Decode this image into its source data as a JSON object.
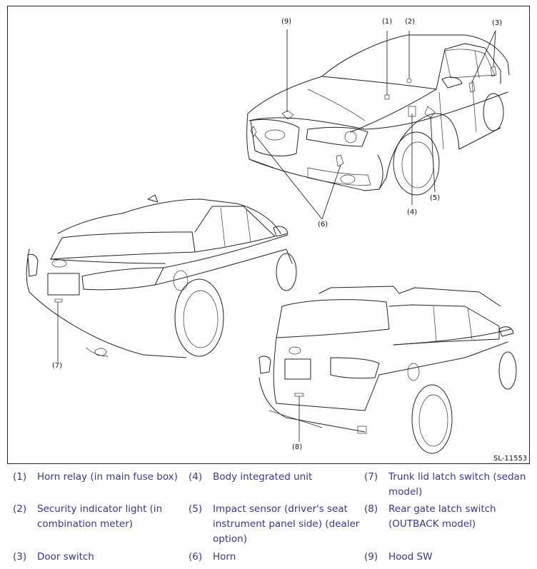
{
  "figure": {
    "id": "SL-11553",
    "callouts": [
      "(1)",
      "(2)",
      "(3)",
      "(4)",
      "(5)",
      "(6)",
      "(7)",
      "(8)",
      "(9)"
    ]
  },
  "legend": [
    {
      "num": "(1)",
      "text": "Horn relay (in main fuse box)"
    },
    {
      "num": "(2)",
      "text": "Security indicator light (in combination meter)"
    },
    {
      "num": "(3)",
      "text": "Door switch"
    },
    {
      "num": "(4)",
      "text": "Body integrated unit"
    },
    {
      "num": "(5)",
      "text": "Impact sensor (driver's seat instrument panel side) (dealer option)"
    },
    {
      "num": "(6)",
      "text": "Horn"
    },
    {
      "num": "(7)",
      "text": "Trunk lid latch switch (sedan model)"
    },
    {
      "num": "(8)",
      "text": "Rear gate latch switch (OUTBACK model)"
    },
    {
      "num": "(9)",
      "text": "Hood SW"
    }
  ]
}
